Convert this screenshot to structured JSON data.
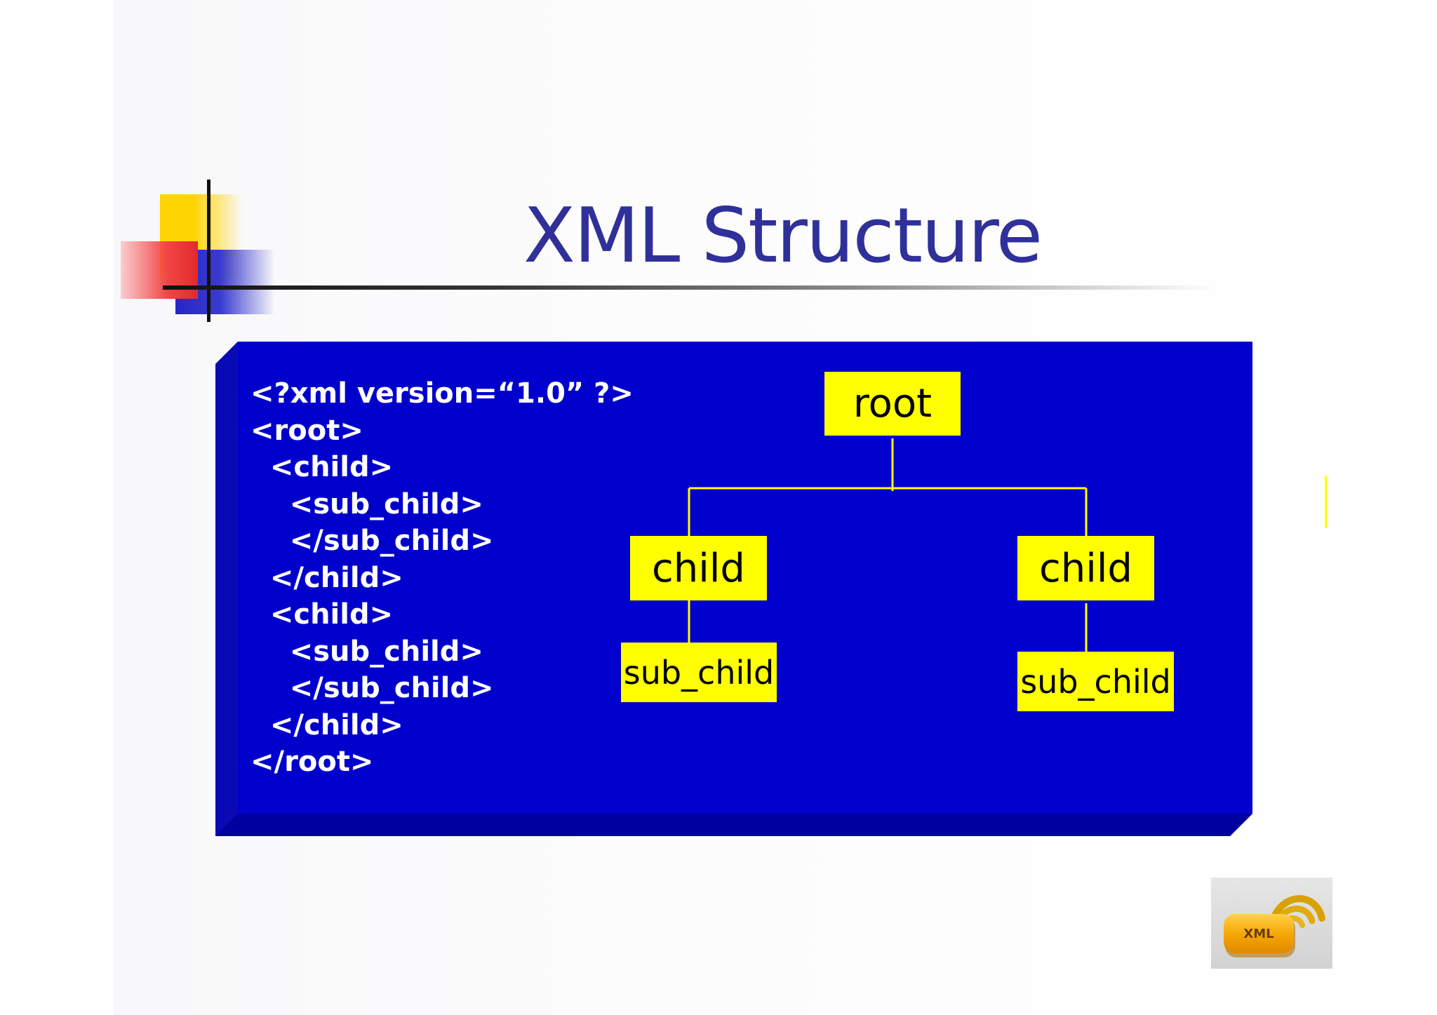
{
  "slide": {
    "title": "XML Structure"
  },
  "code": {
    "lines": [
      "<?xml version=“1.0” ?>",
      "<root>",
      "  <child>",
      "    <sub_child>",
      "    </sub_child>",
      "  </child>",
      "  <child>",
      "    <sub_child>",
      "    </sub_child>",
      "  </child>",
      "</root>"
    ]
  },
  "tree": {
    "root": "root",
    "children": [
      {
        "label": "child",
        "sub_child": "sub_child"
      },
      {
        "label": "child",
        "sub_child": "sub_child"
      }
    ]
  },
  "logo": {
    "text": "XML"
  },
  "colors": {
    "title": "#30309a",
    "panel": "#0000cc",
    "node_fill": "#ffff00",
    "connector": "#ffff00",
    "code_text": "#ffffff"
  }
}
